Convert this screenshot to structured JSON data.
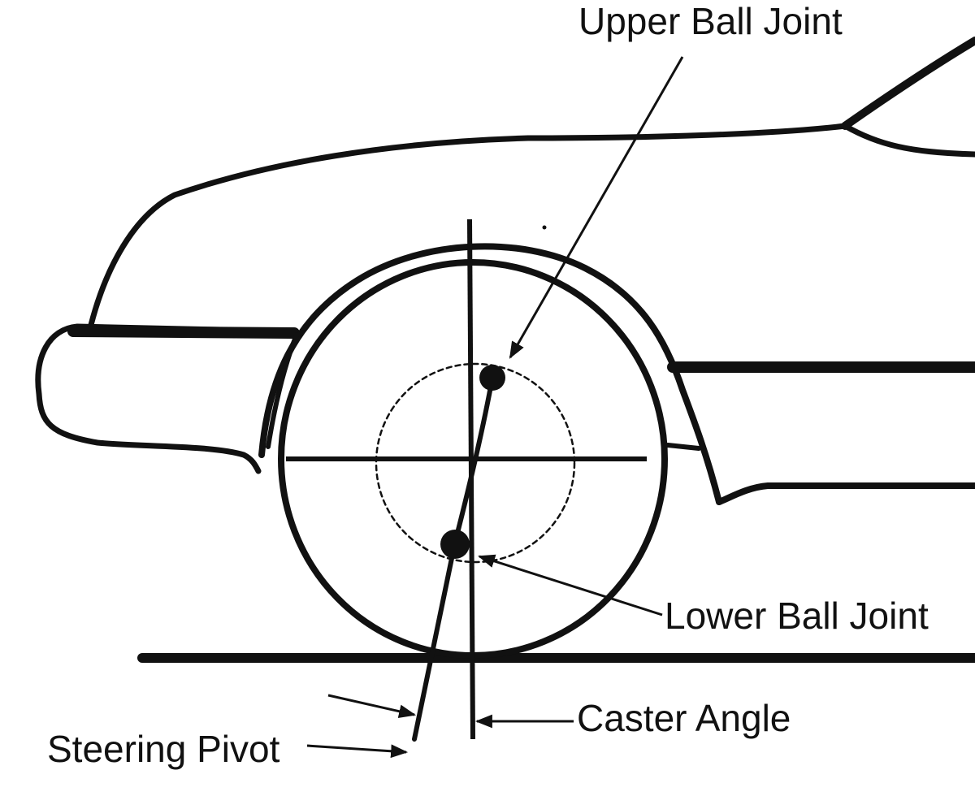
{
  "labels": {
    "upper_ball_joint": "Upper Ball Joint",
    "lower_ball_joint": "Lower Ball Joint",
    "caster_angle": "Caster Angle",
    "steering_pivot": "Steering Pivot"
  },
  "colors": {
    "line": "#111111",
    "background": "#ffffff"
  }
}
